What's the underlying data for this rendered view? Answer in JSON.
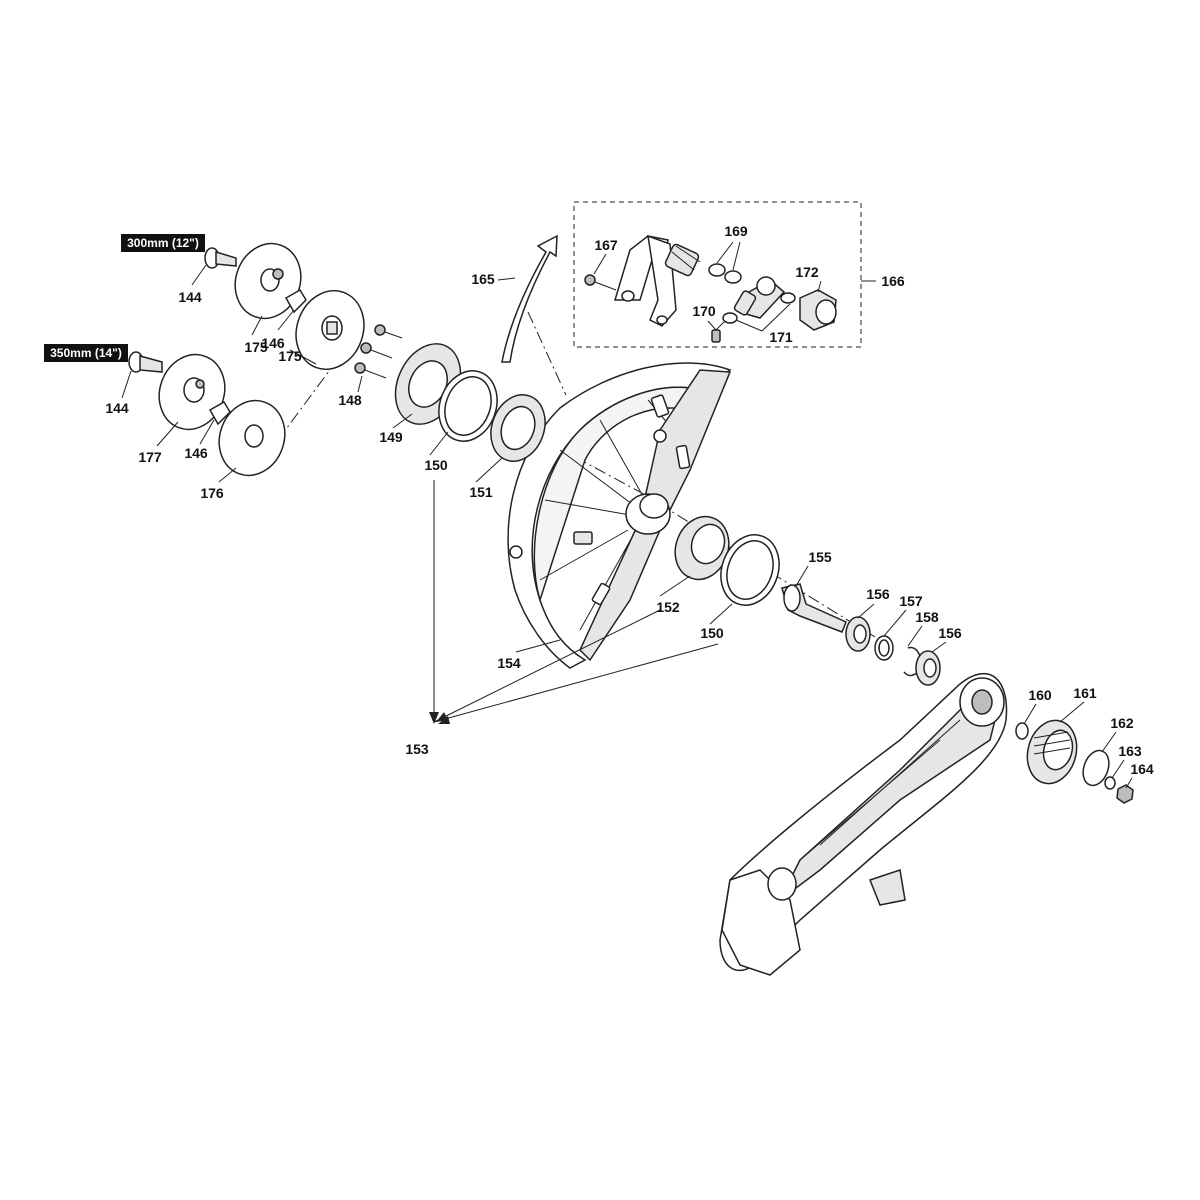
{
  "badges": {
    "size_300": "300mm (12\")",
    "size_350": "350mm (14\")"
  },
  "labels": {
    "l144a": "144",
    "l175a": "175",
    "l146a": "146",
    "l175b": "175",
    "l144b": "144",
    "l177": "177",
    "l146b": "146",
    "l176": "176",
    "l148": "148",
    "l149": "149",
    "l150a": "150",
    "l151": "151",
    "l165": "165",
    "l167": "167",
    "l169": "169",
    "l170": "170",
    "l171": "171",
    "l172": "172",
    "l166": "166",
    "l154": "154",
    "l152": "152",
    "l150b": "150",
    "l155": "155",
    "l156a": "156",
    "l157": "157",
    "l158": "158",
    "l156b": "156",
    "l153": "153",
    "l160": "160",
    "l161": "161",
    "l162": "162",
    "l163": "163",
    "l164": "164"
  }
}
